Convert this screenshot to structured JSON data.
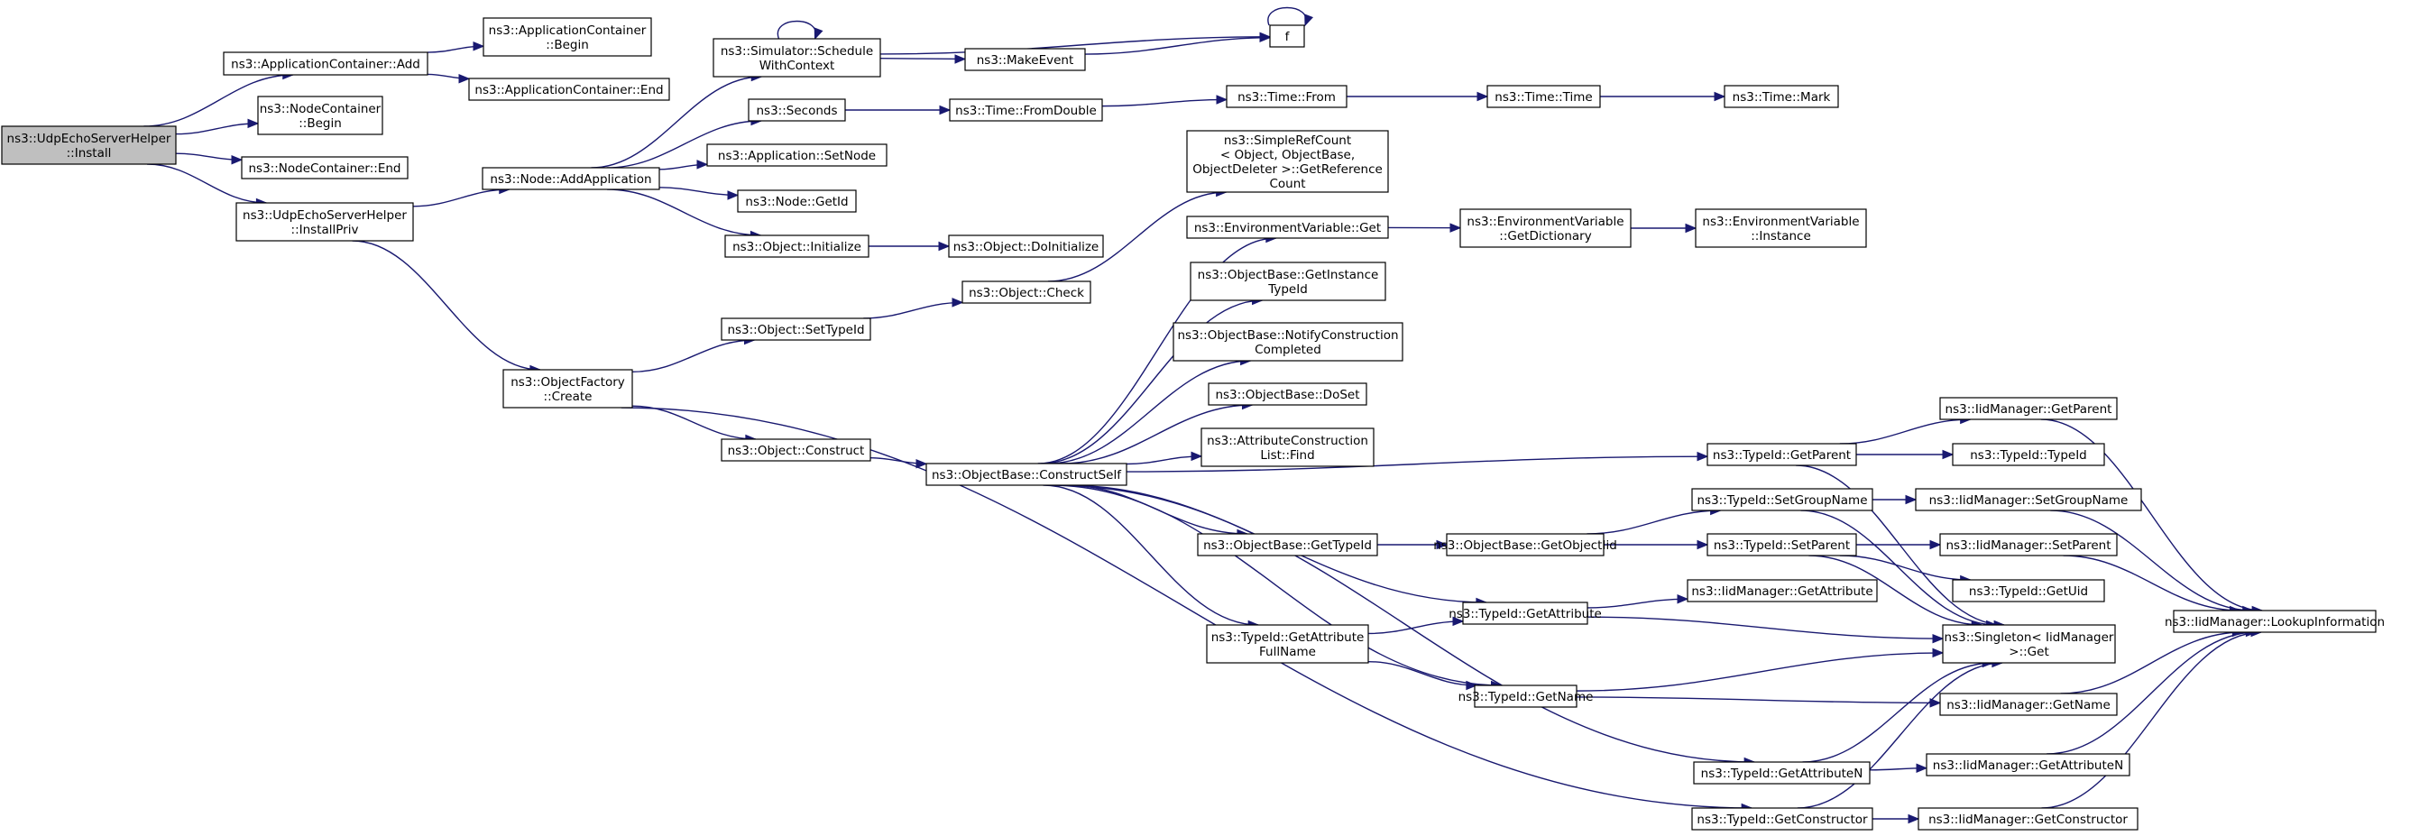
{
  "diagram": {
    "type": "call-graph",
    "nodes": [
      {
        "id": "root",
        "lines": [
          "ns3::UdpEchoServerHelper",
          "::Install"
        ],
        "root": true
      },
      {
        "id": "appAdd",
        "lines": [
          "ns3::ApplicationContainer::Add"
        ]
      },
      {
        "id": "appBegin",
        "lines": [
          "ns3::ApplicationContainer",
          "::Begin"
        ]
      },
      {
        "id": "appEnd",
        "lines": [
          "ns3::ApplicationContainer::End"
        ]
      },
      {
        "id": "ncBegin",
        "lines": [
          "ns3::NodeContainer",
          "::Begin"
        ]
      },
      {
        "id": "ncEnd",
        "lines": [
          "ns3::NodeContainer::End"
        ]
      },
      {
        "id": "installPriv",
        "lines": [
          "ns3::UdpEchoServerHelper",
          "::InstallPriv"
        ]
      },
      {
        "id": "addApp",
        "lines": [
          "ns3::Node::AddApplication"
        ]
      },
      {
        "id": "schedule",
        "lines": [
          "ns3::Simulator::Schedule",
          "WithContext"
        ]
      },
      {
        "id": "seconds",
        "lines": [
          "ns3::Seconds"
        ]
      },
      {
        "id": "setNode",
        "lines": [
          "ns3::Application::SetNode"
        ]
      },
      {
        "id": "getId",
        "lines": [
          "ns3::Node::GetId"
        ]
      },
      {
        "id": "objInit",
        "lines": [
          "ns3::Object::Initialize"
        ]
      },
      {
        "id": "makeEvent",
        "lines": [
          "ns3::MakeEvent"
        ]
      },
      {
        "id": "f",
        "lines": [
          "f"
        ]
      },
      {
        "id": "fromDouble",
        "lines": [
          "ns3::Time::FromDouble"
        ]
      },
      {
        "id": "timeFrom",
        "lines": [
          "ns3::Time::From"
        ]
      },
      {
        "id": "timeTime",
        "lines": [
          "ns3::Time::Time"
        ]
      },
      {
        "id": "timeMark",
        "lines": [
          "ns3::Time::Mark"
        ]
      },
      {
        "id": "doInit",
        "lines": [
          "ns3::Object::DoInitialize"
        ]
      },
      {
        "id": "factoryCreate",
        "lines": [
          "ns3::ObjectFactory",
          "::Create"
        ]
      },
      {
        "id": "setTypeId",
        "lines": [
          "ns3::Object::SetTypeId"
        ]
      },
      {
        "id": "objConstruct",
        "lines": [
          "ns3::Object::Construct"
        ]
      },
      {
        "id": "objCheck",
        "lines": [
          "ns3::Object::Check"
        ]
      },
      {
        "id": "refCount",
        "lines": [
          "ns3::SimpleRefCount",
          "< Object, ObjectBase,",
          " ObjectDeleter >::GetReference",
          "Count"
        ]
      },
      {
        "id": "constructSelf",
        "lines": [
          "ns3::ObjectBase::ConstructSelf"
        ]
      },
      {
        "id": "envGet",
        "lines": [
          "ns3::EnvironmentVariable::Get"
        ]
      },
      {
        "id": "envDict",
        "lines": [
          "ns3::EnvironmentVariable",
          "::GetDictionary"
        ]
      },
      {
        "id": "envInst",
        "lines": [
          "ns3::EnvironmentVariable",
          "::Instance"
        ]
      },
      {
        "id": "getInstTypeId",
        "lines": [
          "ns3::ObjectBase::GetInstance",
          "TypeId"
        ]
      },
      {
        "id": "notifyConstr",
        "lines": [
          "ns3::ObjectBase::NotifyConstruction",
          "Completed"
        ]
      },
      {
        "id": "doSet",
        "lines": [
          "ns3::ObjectBase::DoSet"
        ]
      },
      {
        "id": "acFind",
        "lines": [
          "ns3::AttributeConstruction",
          "List::Find"
        ]
      },
      {
        "id": "obGetTypeId",
        "lines": [
          "ns3::ObjectBase::GetTypeId"
        ]
      },
      {
        "id": "getAttrFullName",
        "lines": [
          "ns3::TypeId::GetAttribute",
          "FullName"
        ]
      },
      {
        "id": "getObjectIid",
        "lines": [
          "ns3::ObjectBase::GetObjectIid"
        ]
      },
      {
        "id": "tidGetAttr",
        "lines": [
          "ns3::TypeId::GetAttribute"
        ]
      },
      {
        "id": "tidGetName",
        "lines": [
          "ns3::TypeId::GetName"
        ]
      },
      {
        "id": "tidGetParent",
        "lines": [
          "ns3::TypeId::GetParent"
        ]
      },
      {
        "id": "tidSetGroup",
        "lines": [
          "ns3::TypeId::SetGroupName"
        ]
      },
      {
        "id": "tidSetParent",
        "lines": [
          "ns3::TypeId::SetParent"
        ]
      },
      {
        "id": "tidGetAttrN",
        "lines": [
          "ns3::TypeId::GetAttributeN"
        ]
      },
      {
        "id": "tidGetCtor",
        "lines": [
          "ns3::TypeId::GetConstructor"
        ]
      },
      {
        "id": "imGetParent",
        "lines": [
          "ns3::IidManager::GetParent"
        ]
      },
      {
        "id": "tidTypeId",
        "lines": [
          "ns3::TypeId::TypeId"
        ]
      },
      {
        "id": "imSetGroup",
        "lines": [
          "ns3::IidManager::SetGroupName"
        ]
      },
      {
        "id": "imSetParent",
        "lines": [
          "ns3::IidManager::SetParent"
        ]
      },
      {
        "id": "tidGetUid",
        "lines": [
          "ns3::TypeId::GetUid"
        ]
      },
      {
        "id": "imGetAttr",
        "lines": [
          "ns3::IidManager::GetAttribute"
        ]
      },
      {
        "id": "singletonGet",
        "lines": [
          "ns3::Singleton< IidManager",
          " >::Get"
        ]
      },
      {
        "id": "imGetName",
        "lines": [
          "ns3::IidManager::GetName"
        ]
      },
      {
        "id": "imGetAttrN",
        "lines": [
          "ns3::IidManager::GetAttributeN"
        ]
      },
      {
        "id": "imGetCtor",
        "lines": [
          "ns3::IidManager::GetConstructor"
        ]
      },
      {
        "id": "imLookup",
        "lines": [
          "ns3::IidManager::LookupInformation"
        ]
      }
    ],
    "edges": [
      [
        "root",
        "appAdd"
      ],
      [
        "root",
        "ncBegin"
      ],
      [
        "root",
        "ncEnd"
      ],
      [
        "root",
        "installPriv"
      ],
      [
        "appAdd",
        "appBegin"
      ],
      [
        "appAdd",
        "appEnd"
      ],
      [
        "installPriv",
        "addApp"
      ],
      [
        "installPriv",
        "factoryCreate"
      ],
      [
        "addApp",
        "schedule"
      ],
      [
        "addApp",
        "seconds"
      ],
      [
        "addApp",
        "setNode"
      ],
      [
        "addApp",
        "getId"
      ],
      [
        "addApp",
        "objInit"
      ],
      [
        "schedule",
        "schedule"
      ],
      [
        "schedule",
        "makeEvent"
      ],
      [
        "schedule",
        "f"
      ],
      [
        "makeEvent",
        "f"
      ],
      [
        "f",
        "f"
      ],
      [
        "seconds",
        "fromDouble"
      ],
      [
        "fromDouble",
        "timeFrom"
      ],
      [
        "timeFrom",
        "timeTime"
      ],
      [
        "timeTime",
        "timeMark"
      ],
      [
        "objInit",
        "doInit"
      ],
      [
        "factoryCreate",
        "setTypeId"
      ],
      [
        "factoryCreate",
        "objConstruct"
      ],
      [
        "factoryCreate",
        "tidGetCtor"
      ],
      [
        "setTypeId",
        "objCheck"
      ],
      [
        "objCheck",
        "refCount"
      ],
      [
        "objConstruct",
        "constructSelf"
      ],
      [
        "constructSelf",
        "envGet"
      ],
      [
        "constructSelf",
        "getInstTypeId"
      ],
      [
        "constructSelf",
        "notifyConstr"
      ],
      [
        "constructSelf",
        "doSet"
      ],
      [
        "constructSelf",
        "acFind"
      ],
      [
        "constructSelf",
        "tidGetParent"
      ],
      [
        "constructSelf",
        "obGetTypeId"
      ],
      [
        "constructSelf",
        "getAttrFullName"
      ],
      [
        "constructSelf",
        "tidGetAttr"
      ],
      [
        "constructSelf",
        "tidGetName"
      ],
      [
        "constructSelf",
        "tidGetAttrN"
      ],
      [
        "envGet",
        "envDict"
      ],
      [
        "envDict",
        "envInst"
      ],
      [
        "obGetTypeId",
        "getObjectIid"
      ],
      [
        "getObjectIid",
        "tidSetGroup"
      ],
      [
        "getObjectIid",
        "tidSetParent"
      ],
      [
        "getAttrFullName",
        "tidGetAttr"
      ],
      [
        "getAttrFullName",
        "tidGetName"
      ],
      [
        "tidGetAttr",
        "imGetAttr"
      ],
      [
        "tidGetAttr",
        "singletonGet"
      ],
      [
        "tidGetName",
        "singletonGet"
      ],
      [
        "tidGetName",
        "imGetName"
      ],
      [
        "tidGetParent",
        "imGetParent"
      ],
      [
        "tidGetParent",
        "tidTypeId"
      ],
      [
        "tidGetParent",
        "singletonGet"
      ],
      [
        "tidSetGroup",
        "imSetGroup"
      ],
      [
        "tidSetGroup",
        "singletonGet"
      ],
      [
        "tidSetParent",
        "imSetParent"
      ],
      [
        "tidSetParent",
        "tidGetUid"
      ],
      [
        "tidSetParent",
        "singletonGet"
      ],
      [
        "tidGetAttrN",
        "singletonGet"
      ],
      [
        "tidGetAttrN",
        "imGetAttrN"
      ],
      [
        "tidGetCtor",
        "singletonGet"
      ],
      [
        "tidGetCtor",
        "imGetCtor"
      ],
      [
        "imGetParent",
        "imLookup"
      ],
      [
        "imSetGroup",
        "imLookup"
      ],
      [
        "imSetParent",
        "imLookup"
      ],
      [
        "imGetName",
        "imLookup"
      ],
      [
        "imGetAttrN",
        "imLookup"
      ],
      [
        "imGetCtor",
        "imLookup"
      ]
    ]
  }
}
